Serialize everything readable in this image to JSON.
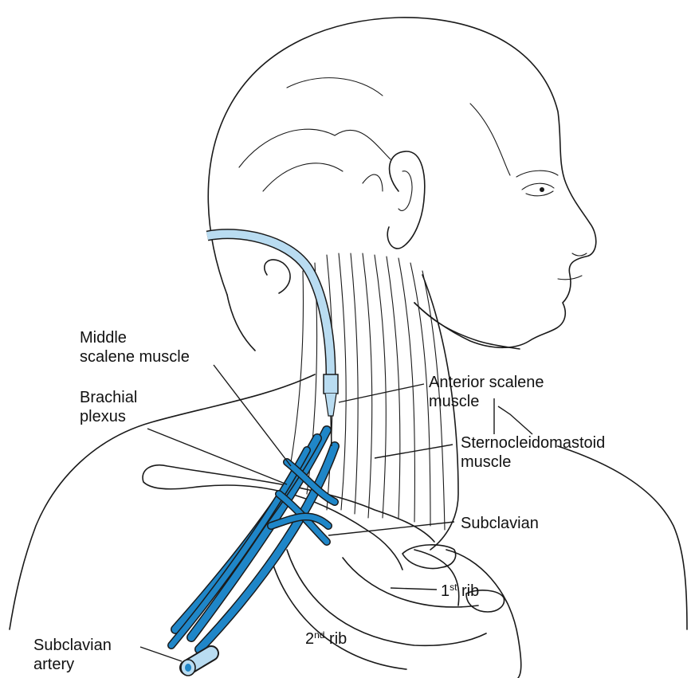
{
  "colors": {
    "catheter": "#b9dcf1",
    "nerve": "#1f86c8",
    "line": "#1a1a1a"
  },
  "labels": {
    "middle_scalene_1": "Middle",
    "middle_scalene_2": "scalene muscle",
    "brachial_1": "Brachial",
    "brachial_2": "plexus",
    "anterior_scalene_1": "Anterior scalene",
    "anterior_scalene_2": "muscle",
    "scm_1": "Sternocleidomastoid",
    "scm_2": "muscle",
    "subclavian": "Subclavian",
    "first_rib_num": "1",
    "first_rib_sup": "st",
    "first_rib_word": " rib",
    "second_rib_num": "2",
    "second_rib_sup": "nd",
    "second_rib_word": " rib",
    "subclavian_artery_1": "Subclavian",
    "subclavian_artery_2": "artery"
  }
}
